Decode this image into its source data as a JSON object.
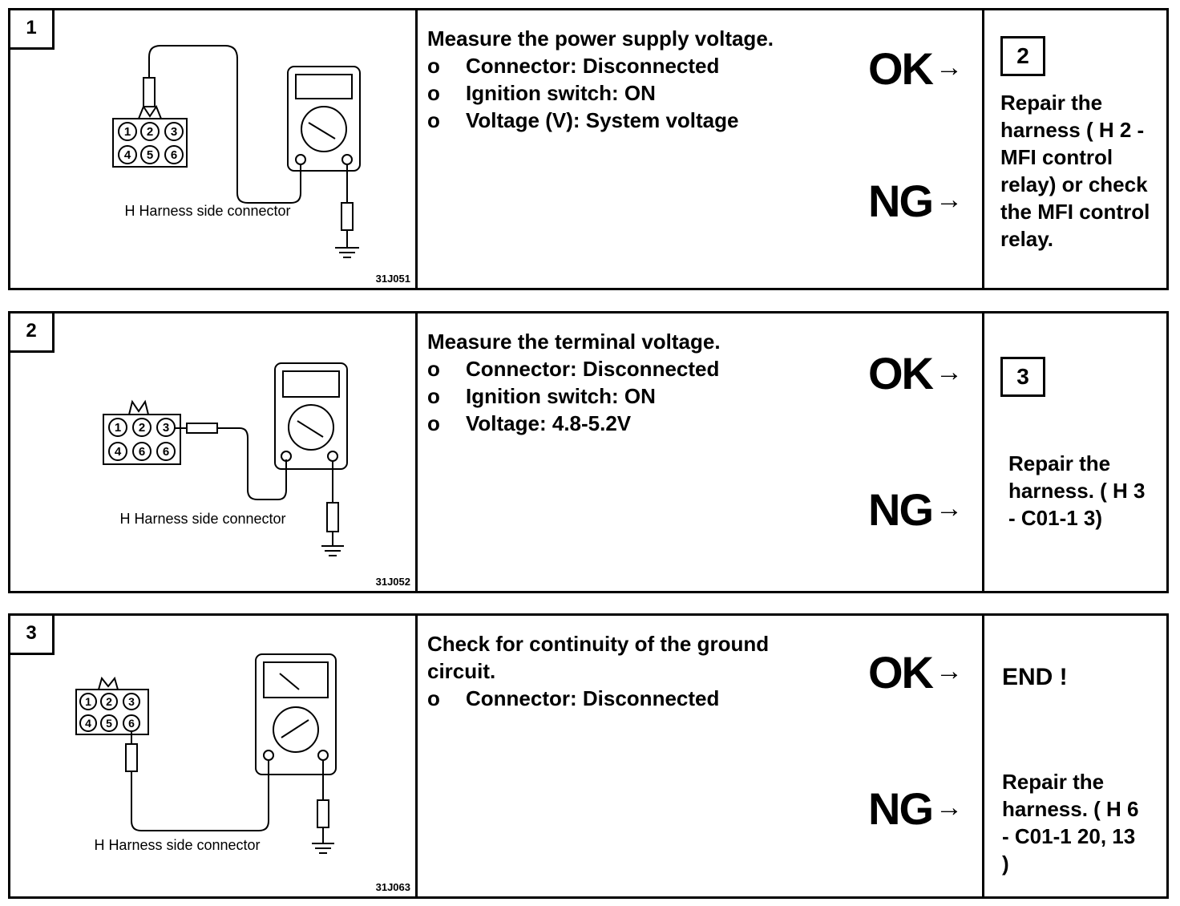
{
  "steps": [
    {
      "number": "1",
      "figure_caption": "H Harness side connector",
      "figure_id": "31J051",
      "pins": [
        "1",
        "2",
        "3",
        "4",
        "5",
        "6"
      ],
      "title": "Measure the power supply voltage.",
      "bullet_mark": "o",
      "bullets": [
        "Connector: Disconnected",
        "Ignition switch: ON",
        "Voltage (V): System voltage"
      ],
      "ok_label": "OK",
      "ng_label": "NG",
      "arrow": "→",
      "ok_result": "2",
      "ng_result": "Repair the harness ( H 2 - MFI control relay) or check the MFI control relay."
    },
    {
      "number": "2",
      "figure_caption": "H Harness side connector",
      "figure_id": "31J052",
      "pins": [
        "1",
        "2",
        "3",
        "4",
        "6",
        "6"
      ],
      "title": "Measure the terminal voltage.",
      "bullet_mark": "o",
      "bullets": [
        "Connector: Disconnected",
        "Ignition switch: ON",
        "Voltage: 4.8-5.2V"
      ],
      "ok_label": "OK",
      "ng_label": "NG",
      "arrow": "→",
      "ok_result": "3",
      "ng_result": "Repair the harness. ( H 3 - C01-1 3)"
    },
    {
      "number": "3",
      "figure_caption": "H Harness side connector",
      "figure_id": "31J063",
      "pins": [
        "1",
        "2",
        "3",
        "4",
        "5",
        "6"
      ],
      "title": "Check for continuity of the ground circuit.",
      "bullet_mark": "o",
      "bullets": [
        "Connector: Disconnected"
      ],
      "ok_label": "OK",
      "ng_label": "NG",
      "arrow": "→",
      "ok_result": "END !",
      "ng_result": "Repair the harness. ( H 6 - C01-1 20, 13 )"
    }
  ]
}
